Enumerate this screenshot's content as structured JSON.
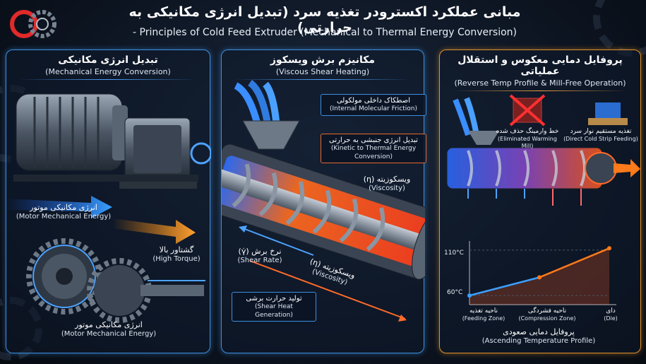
{
  "header": {
    "title_fa": "مبانی عملکرد اکسترودر تغذیه سرد (تبدیل انرژی مکانیکی به حرارتی)",
    "title_en": "- Principles of Cold Feed Extruder (Mechanical to Thermal Energy Conversion)"
  },
  "logo": {
    "icon": "gear-logo-icon",
    "colors": [
      "#e02a2a",
      "#7a8593"
    ]
  },
  "colors": {
    "blue_glow": "#3d8fe0",
    "orange_glow": "#e0902a",
    "hot": "#ff5a1f",
    "cool": "#3aa0ff"
  },
  "panel_mechanical": {
    "title_fa": "تبدیل انرژی مکانیکی",
    "title_en": "(Mechanical Energy Conversion)",
    "motor_energy_fa": "انرژی مکانیکی موتور",
    "motor_energy_en": "(Motor Mechanical Energy)",
    "high_torque_fa": "گشتاور بالا",
    "high_torque_en": "(High Torque)",
    "motor_energy2_fa": "انرژی مکانیکی موتور",
    "motor_energy2_en": "(Motor Mechanical Energy)"
  },
  "panel_shear": {
    "title_fa": "مکانیزم برش ویسکوز",
    "title_en": "(Viscous Shear Heating)",
    "friction_fa": "اصطکاک داخلی مولکولی",
    "friction_en": "(Internal Molecular Friction)",
    "kinetic_fa": "تبدیل انرژی جنبشی به حرارتی",
    "kinetic_en": "(Kinetic to Thermal Energy Conversion)",
    "viscosity_fa": "ویسکوزیته (η)",
    "viscosity_en": "(Viscosity)",
    "shear_rate_fa": "نرخ برش (γ̇)",
    "shear_rate_en": "(Shear Rate)",
    "viscosity2_fa": "ویسکوزیته (η)",
    "viscosity2_en": "(Viscosity)",
    "shear_heat_fa": "تولید حرارت برشی",
    "shear_heat_en": "(Shear Heat Generation)"
  },
  "panel_profile": {
    "title_fa": "پروفایل دمایی معکوس و استقلال عملیاتی",
    "title_en": "(Reverse Temp Profile & Mill-Free Operation)",
    "mill_fa": "خط وارمینگ حذف شده",
    "mill_en": "(Eliminated Warming Mill)",
    "strip_fa": "تغذیه مستقیم نوار سرد",
    "strip_en": "(Direct Cold Strip Feeding)",
    "chart_title_fa": "پروفایل دمایی صعودی",
    "chart_title_en": "(Ascending Temperature Profile)"
  },
  "chart_data": {
    "type": "line",
    "categories": [
      "(Feeding Zone)",
      "(Compression Zone)",
      "(Die)"
    ],
    "categories_fa": [
      "ناحیه تغذیه",
      "ناحیه فشردگی",
      "دای"
    ],
    "y_ticks": [
      "110°C",
      "60°C"
    ],
    "values": [
      60,
      80,
      112
    ],
    "ylim": [
      50,
      120
    ],
    "title": "(Ascending Temperature Profile)"
  }
}
